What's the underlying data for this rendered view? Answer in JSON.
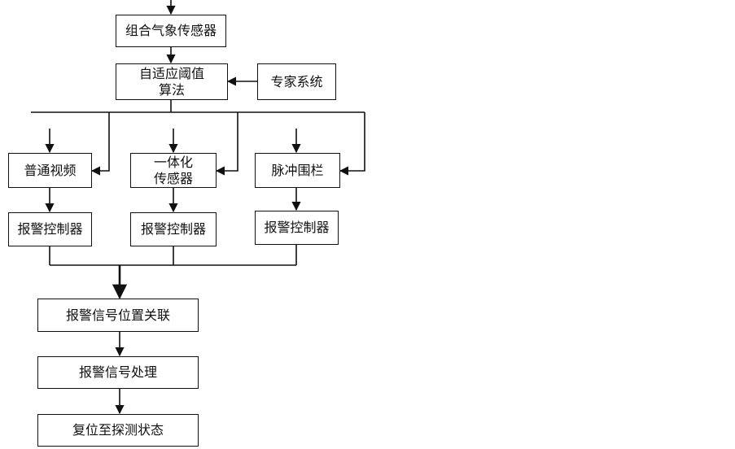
{
  "diagram": {
    "colors": {
      "stroke": "#111111",
      "background": "#ffffff"
    },
    "nodes": {
      "sensor": {
        "line1": "组合气象传感器"
      },
      "algorithm": {
        "line1": "自适应阈值",
        "line2": "算法"
      },
      "expert": {
        "line1": "专家系统"
      },
      "video": {
        "line1": "普通视频"
      },
      "integrated": {
        "line1": "一体化",
        "line2": "传感器"
      },
      "fence": {
        "line1": "脉冲围栏"
      },
      "ctrl1": {
        "line1": "报警控制器"
      },
      "ctrl2": {
        "line1": "报警控制器"
      },
      "ctrl3": {
        "line1": "报警控制器"
      },
      "correlate": {
        "line1": "报警信号位置关联"
      },
      "process": {
        "line1": "报警信号处理"
      },
      "reset": {
        "line1": "复位至探测状态"
      }
    }
  }
}
